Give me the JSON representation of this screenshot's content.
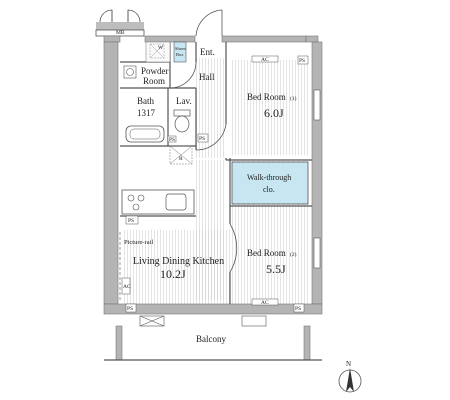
{
  "rooms": {
    "mb": "MB",
    "w": "W",
    "shoes_box_1": "Shoes",
    "shoes_box_2": "Box",
    "ent": "Ent.",
    "powder_room_1": "Powder",
    "powder_room_2": "Room",
    "hall": "Hall",
    "bath": "Bath",
    "bath_size": "1317",
    "lav": "Lav.",
    "bed_room_1": "Bed Room",
    "bed_room_1_num": "(1)",
    "bed_room_1_size": "6.0J",
    "walk_through_1": "Walk-through",
    "walk_through_2": "clo.",
    "ldk": "Living Dining Kitchen",
    "ldk_size": "10.2J",
    "picture_rail": "Picture-rail",
    "bed_room_2": "Bed Room",
    "bed_room_2_num": "(2)",
    "bed_room_2_size": "5.5J",
    "balcony": "Balcony"
  },
  "marks": {
    "ac": "AC",
    "ps": "PS",
    "r": "R",
    "north": "N"
  },
  "colors": {
    "closet_fill": "#c7e6f1",
    "wall": "#b4b4b4",
    "line": "#555555"
  }
}
